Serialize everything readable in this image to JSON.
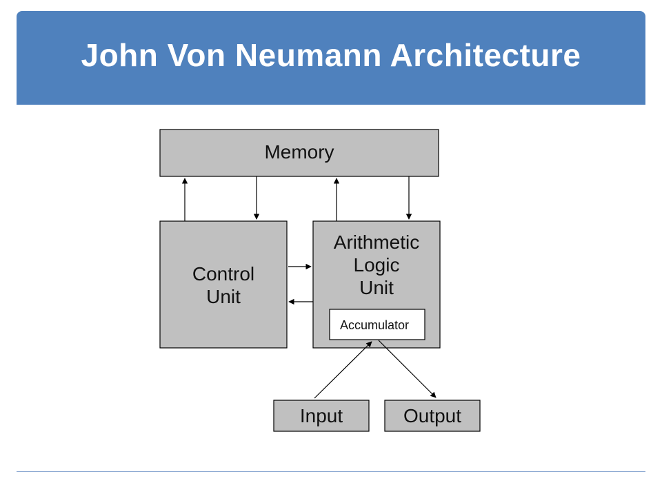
{
  "slide": {
    "title": "John Von Neumann Architecture"
  },
  "diagram": {
    "memory": "Memory",
    "control_unit": [
      "Control",
      "Unit"
    ],
    "alu": [
      "Arithmetic",
      "Logic",
      "Unit"
    ],
    "accumulator": "Accumulator",
    "input": "Input",
    "output": "Output"
  },
  "colors": {
    "banner": "#4f81bd",
    "box_fill": "#c0c0c0",
    "accumulator_fill": "#ffffff",
    "stroke": "#000000"
  }
}
